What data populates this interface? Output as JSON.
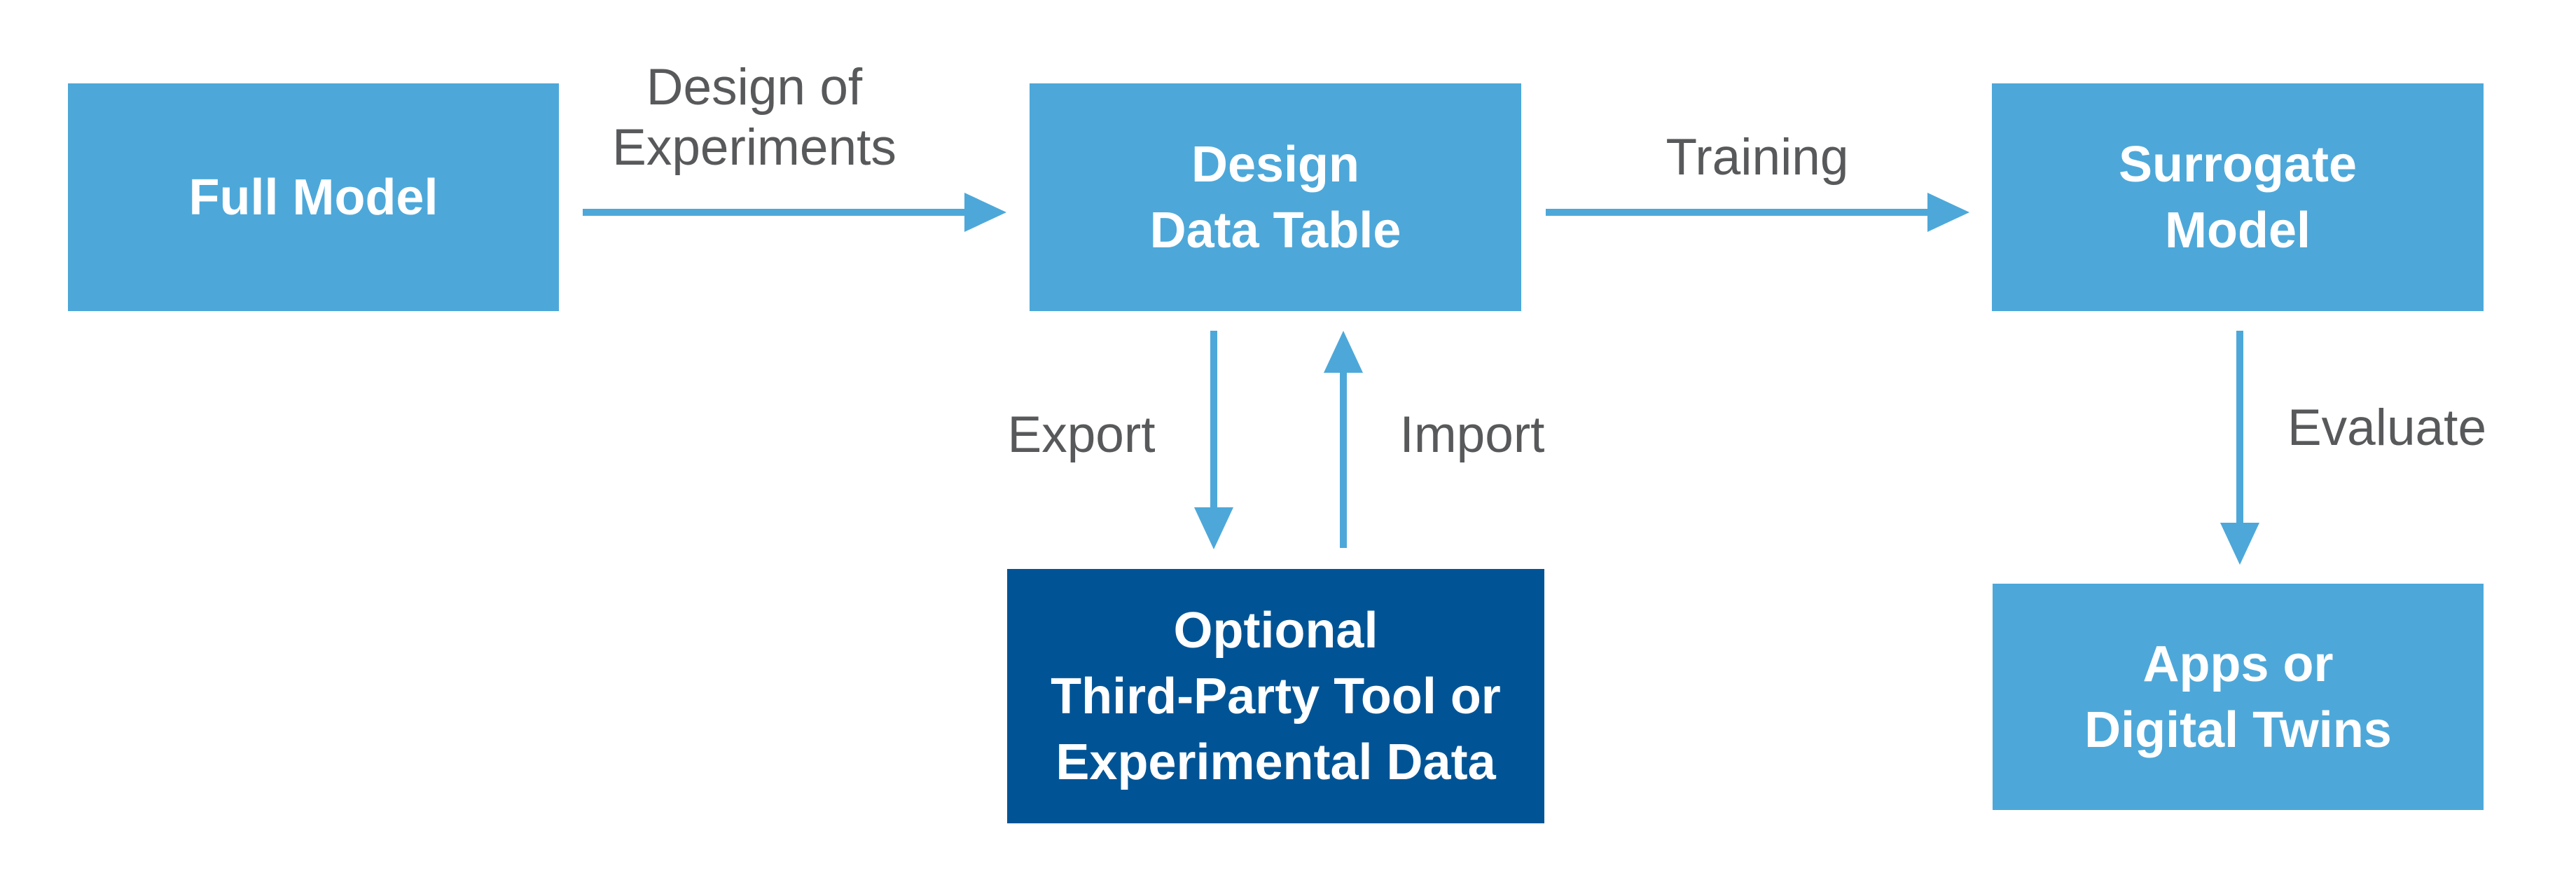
{
  "colors": {
    "node_fill": "#4DA8D9",
    "node_fill_dark": "#005496",
    "node_text": "#FFFFFF",
    "edge_label_text": "#58595B",
    "arrow": "#4DA8D9",
    "background": "#FFFFFF"
  },
  "nodes": {
    "full_model": {
      "label": "Full Model"
    },
    "design_data_table": {
      "label": "Design\nData Table"
    },
    "surrogate_model": {
      "label": "Surrogate\nModel"
    },
    "third_party": {
      "label": "Optional\nThird-Party Tool or\nExperimental Data"
    },
    "apps": {
      "label": "Apps or\nDigital Twins"
    }
  },
  "edges": {
    "design_of_experiments": {
      "label": "Design of\nExperiments"
    },
    "training": {
      "label": "Training"
    },
    "export": {
      "label": "Export"
    },
    "import": {
      "label": "Import"
    },
    "evaluate": {
      "label": "Evaluate"
    }
  }
}
